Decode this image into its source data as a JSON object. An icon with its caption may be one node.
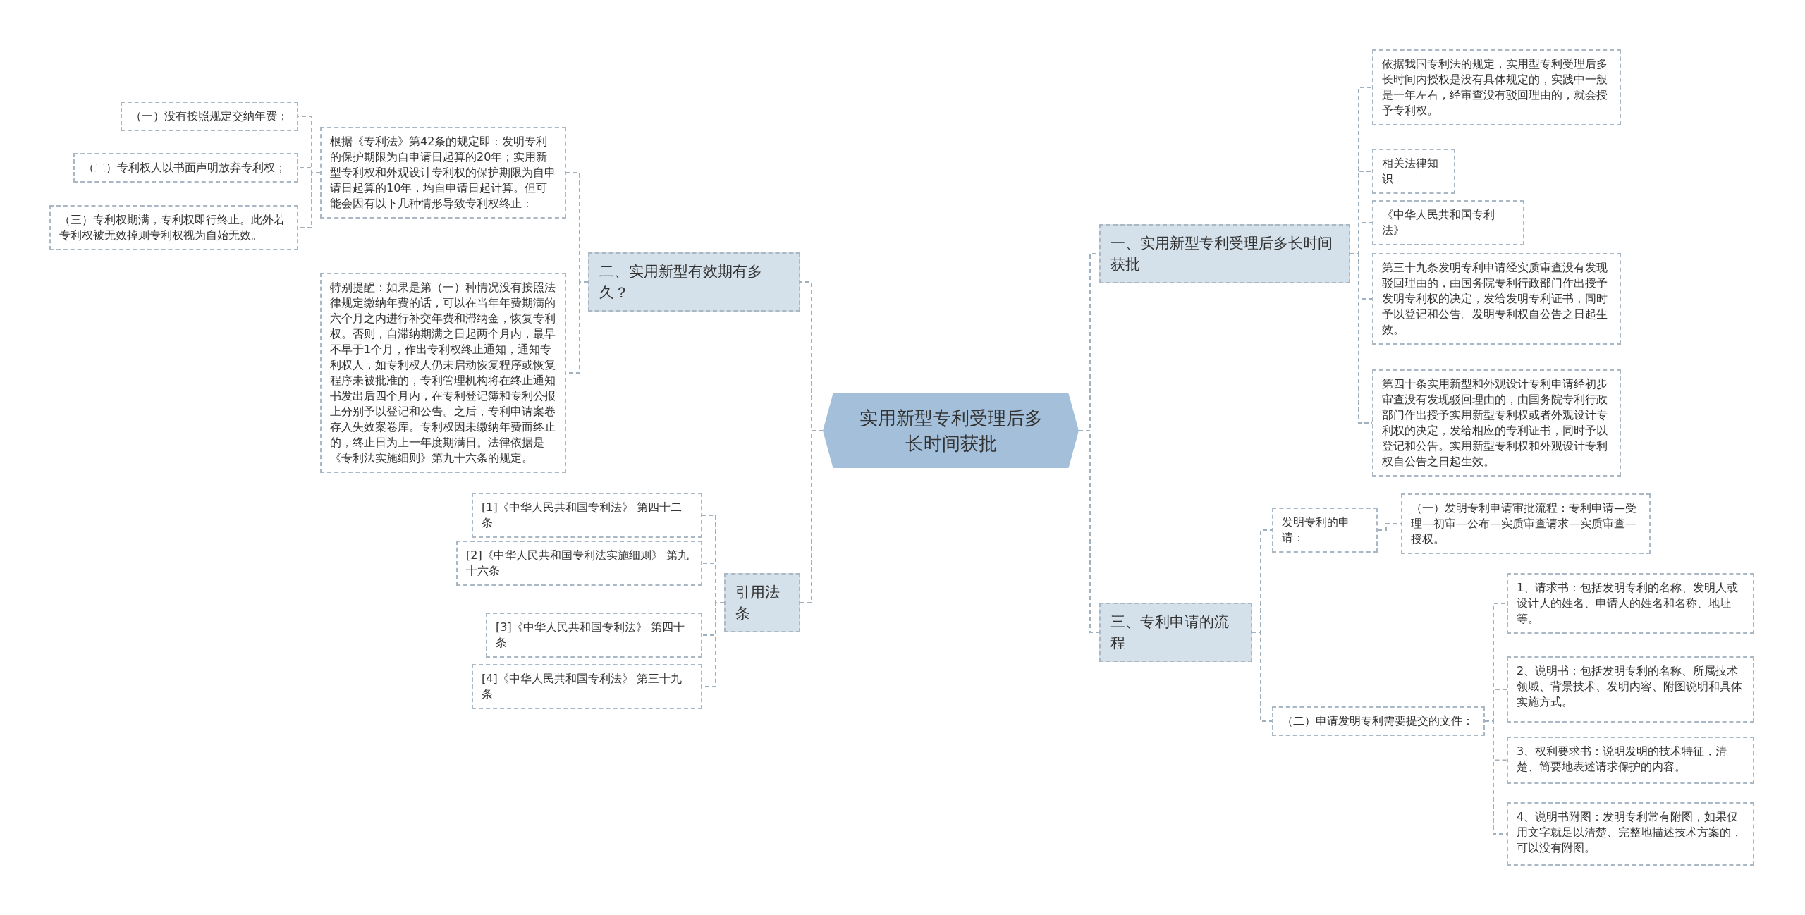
{
  "diagram": {
    "nodes": [
      {
        "text": [
          "实用新型专利受理后多长时间获批"
        ]
      },
      {
        "text": [
          "一、实用新型专利受理后多长时间获批"
        ]
      },
      {
        "text": [
          "依据我国专利法的规定，实用型专利受理后多长时间内授权是没有具体规定的，实践中一般是一年左右，经审查没有驳回理由的，就会授予专利权。"
        ]
      },
      {
        "text": [
          "相关法律知识"
        ]
      },
      {
        "text": [
          "《中华人民共和国专利法》"
        ]
      },
      {
        "text": [
          "第三十九条发明专利申请经实质审查没有发现驳回理由的，由国务院专利行政部门作出授予发明专利权的决定，发给发明专利证书，同时予以登记和公告。发明专利权自公告之日起生效。"
        ]
      },
      {
        "text": [
          "第四十条实用新型和外观设计专利申请经初步审查没有发现驳回理由的，由国务院专利行政部门作出授予实用新型专利权或者外观设计专利权的决定，发给相应的专利证书，同时予以登记和公告。实用新型专利权和外观设计专利权自公告之日起生效。"
        ]
      },
      {
        "text": [
          "三、专利申请的流程"
        ]
      },
      {
        "text": [
          "发明专利的申请："
        ]
      },
      {
        "text": [
          "（一）发明专利申请审批流程：专利申请—受理—初审—公布—实质审查请求—实质审查—授权。"
        ]
      },
      {
        "text": [
          "（二）申请发明专利需要提交的文件："
        ]
      },
      {
        "text": [
          "1、请求书：包括发明专利的名称、发明人或设计人的姓名、申请人的姓名和名称、地址等。"
        ]
      },
      {
        "text": [
          "2、说明书：包括发明专利的名称、所属技术领域、背景技术、发明内容、附图说明和具体实施方式。"
        ]
      },
      {
        "text": [
          "3、权利要求书：说明发明的技术特征，清楚、简要地表述请求保护的内容。"
        ]
      },
      {
        "text": [
          "4、说明书附图：发明专利常有附图，如果仅用文字就足以清楚、完整地描述技术方案的，可以没有附图。"
        ]
      },
      {
        "text": [
          "二、实用新型有效期有多久？"
        ]
      },
      {
        "text": [
          "根据《专利法》第42条的规定即：发明专利的保护期限为自申请日起算的20年；实用新型专利权和外观设计专利权的保护期限为自申请日起算的10年，均自申请日起计算。但可能会因有以下几种情形导致专利权终止："
        ]
      },
      {
        "text": [
          "（一）没有按照规定交纳年费；"
        ]
      },
      {
        "text": [
          "（二）专利权人以书面声明放弃专利权；"
        ]
      },
      {
        "text": [
          "（三）专利权期满，专利权即行终止。此外若专利权被无效掉则专利权视为自始无效。"
        ]
      },
      {
        "text": [
          "特别提醒：如果是第（一）种情况没有按照法律规定缴纳年费的话，可以在当年年费期满的六个月之内进行补交年费和滞纳金，恢复专利权。否则，自滞纳期满之日起两个月内，最早不早于1个月，作出专利权终止通知，通知专利权人，如专利权人仍未启动恢复程序或恢复程序未被批准的，专利管理机构将在终止通知书发出后四个月内，在专利登记簿和专利公报上分别予以登记和公告。之后，专利申请案卷存入失效案卷库。专利权因未缴纳年费而终止的，终止日为上一年度期满日。法律依据是《专利法实施细则》第九十六条的规定。"
        ]
      },
      {
        "text": [
          "引用法条"
        ]
      },
      {
        "text": [
          "[1]《中华人民共和国专利法》 第四十二条"
        ]
      },
      {
        "text": [
          "[2]《中华人民共和国专利法实施细则》 第九十六条"
        ]
      },
      {
        "text": [
          "[3]《中华人民共和国专利法》 第四十条"
        ]
      },
      {
        "text": [
          "[4]《中华人民共和国专利法》 第三十九条"
        ]
      }
    ],
    "edges": [
      {
        "from": 0,
        "to": 1,
        "arrow": "none"
      },
      {
        "from": 0,
        "to": 7,
        "arrow": "none"
      },
      {
        "from": 0,
        "to": 15,
        "arrow": "none"
      },
      {
        "from": 0,
        "to": 21,
        "arrow": "none"
      },
      {
        "from": 1,
        "to": 2,
        "arrow": "none"
      },
      {
        "from": 1,
        "to": 3,
        "arrow": "none"
      },
      {
        "from": 1,
        "to": 4,
        "arrow": "none"
      },
      {
        "from": 1,
        "to": 5,
        "arrow": "none"
      },
      {
        "from": 1,
        "to": 6,
        "arrow": "none"
      },
      {
        "from": 7,
        "to": 8,
        "arrow": "none"
      },
      {
        "from": 7,
        "to": 10,
        "arrow": "none"
      },
      {
        "from": 8,
        "to": 9,
        "arrow": "none"
      },
      {
        "from": 10,
        "to": 11,
        "arrow": "none"
      },
      {
        "from": 10,
        "to": 12,
        "arrow": "none"
      },
      {
        "from": 10,
        "to": 13,
        "arrow": "none"
      },
      {
        "from": 10,
        "to": 14,
        "arrow": "none"
      },
      {
        "from": 15,
        "to": 16,
        "arrow": "none"
      },
      {
        "from": 15,
        "to": 20,
        "arrow": "none"
      },
      {
        "from": 16,
        "to": 17,
        "arrow": "none"
      },
      {
        "from": 16,
        "to": 18,
        "arrow": "none"
      },
      {
        "from": 16,
        "to": 19,
        "arrow": "none"
      },
      {
        "from": 21,
        "to": 22,
        "arrow": "none"
      },
      {
        "from": 21,
        "to": 23,
        "arrow": "none"
      },
      {
        "from": 21,
        "to": 24,
        "arrow": "none"
      },
      {
        "from": 21,
        "to": 25,
        "arrow": "none"
      }
    ]
  }
}
